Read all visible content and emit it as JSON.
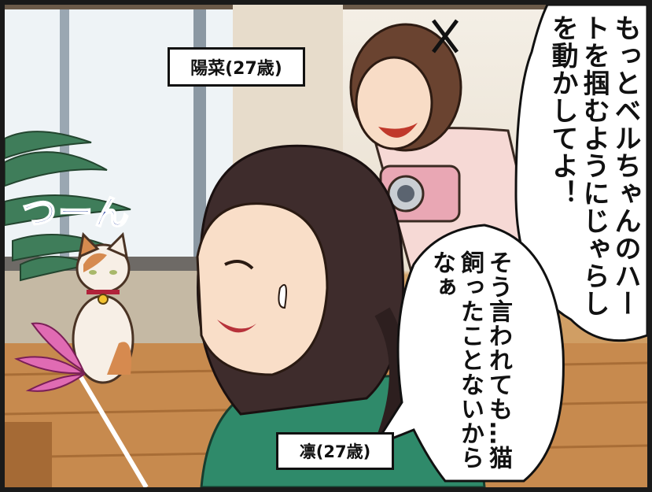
{
  "labels": {
    "haruna": "陽菜(27歳)",
    "rin": "凛(27歳)"
  },
  "dialogue": {
    "haruna_line": "もっとベルちゃんのハートを掴むようにじゃらしを動かしてよ！",
    "rin_line": "そう言われても…猫飼ったことないからなぁ"
  },
  "sfx": {
    "cat_sound": "つーん"
  },
  "colors": {
    "haruna_outfit": "#f6d9d5",
    "rin_outfit": "#2f8a6a",
    "sfx_color": "#3d55a8",
    "camera": "#e9a7b4",
    "toy": "#e06bb3"
  }
}
